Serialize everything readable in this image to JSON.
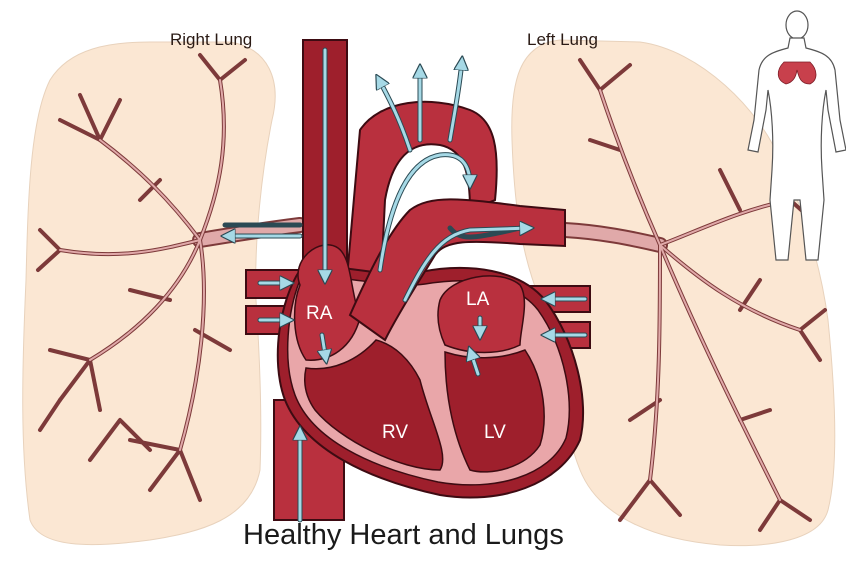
{
  "title": "Healthy Heart and Lungs",
  "labels": {
    "right_lung": "Right Lung",
    "left_lung": "Left Lung",
    "ra": "RA",
    "la": "LA",
    "rv": "RV",
    "lv": "LV"
  },
  "colors": {
    "lung_fill": "#fbe7d3",
    "bronchi_fill": "#e0a9a9",
    "bronchi_stroke": "#7d3a3a",
    "heart_dark": "#9e1f2c",
    "heart_mid": "#b9303e",
    "heart_light": "#e9a6a9",
    "vessel_stroke": "#3d0b12",
    "flow_arrow": "#a6d9e6"
  },
  "icons": {
    "body_figure": "human-silhouette-icon"
  }
}
